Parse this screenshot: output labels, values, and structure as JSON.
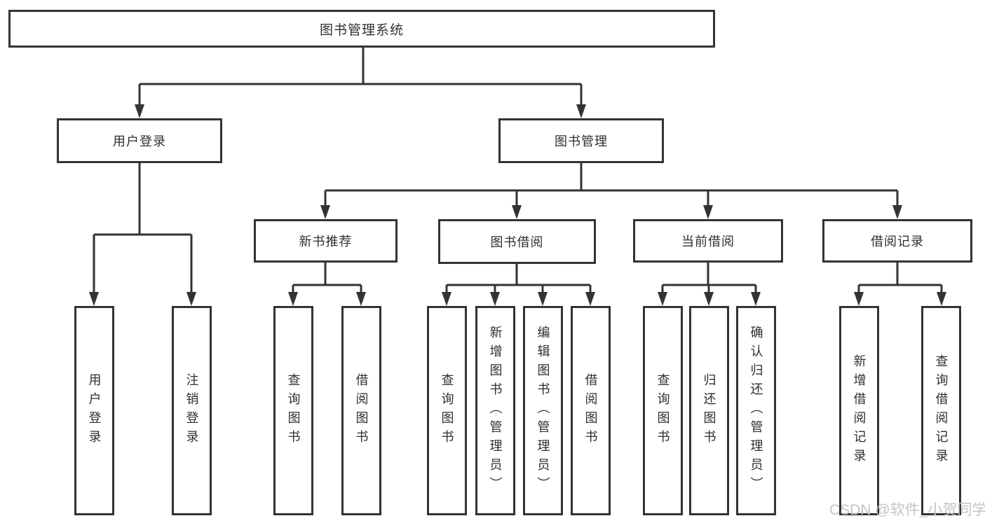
{
  "tree": {
    "root": "图书管理系统",
    "branches": [
      {
        "label": "用户登录",
        "children": [
          "用户登录",
          "注销登录"
        ]
      },
      {
        "label": "图书管理",
        "sections": [
          {
            "label": "新书推荐",
            "children": [
              "查询图书",
              "借阅图书"
            ]
          },
          {
            "label": "图书借阅",
            "children": [
              "查询图书",
              "新增图书（管理员）",
              "编辑图书（管理员）",
              "借阅图书"
            ]
          },
          {
            "label": "当前借阅",
            "children": [
              "查询图书",
              "归还图书",
              "确认归还（管理员）"
            ]
          },
          {
            "label": "借阅记录",
            "children": [
              "新增借阅记录",
              "查询借阅记录"
            ]
          }
        ]
      }
    ]
  },
  "watermark": {
    "text": "CSDN @软件_小贺同学"
  },
  "colors": {
    "line": "#333333",
    "box_border": "#333333",
    "text": "#2f2f2f",
    "watermark": "#c4c4c4",
    "background": "#ffffff"
  }
}
